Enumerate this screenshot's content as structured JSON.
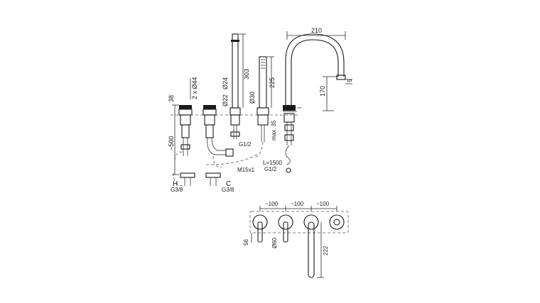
{
  "drawing": {
    "dimensions": {
      "spout_reach": "210",
      "spout_height": "170",
      "spout_outlet": "5",
      "handshower_length": "303",
      "handshower_diameter": "Ø24",
      "holder_diameter": "Ø22",
      "holder_height": "225",
      "holder_base": "Ø30",
      "handle_spacing": "2 x Ø44",
      "deck_thickness": "38",
      "body_depth": "~500",
      "max_deck": "max. 35",
      "thread_outlet": "G1/2",
      "thread_m15": "M15x1",
      "hose_length": "L=1500",
      "thread_hose": "G1/2",
      "hot_label": "H",
      "cold_label": "C",
      "thread_hot": "G3/8",
      "thread_cold": "G3/8"
    },
    "plate": {
      "spacing_1": "~100",
      "spacing_2": "~100",
      "spacing_3": "~100",
      "rosette_diameter": "Ø60",
      "plate_offset": "56",
      "spout_drop": "222"
    }
  }
}
